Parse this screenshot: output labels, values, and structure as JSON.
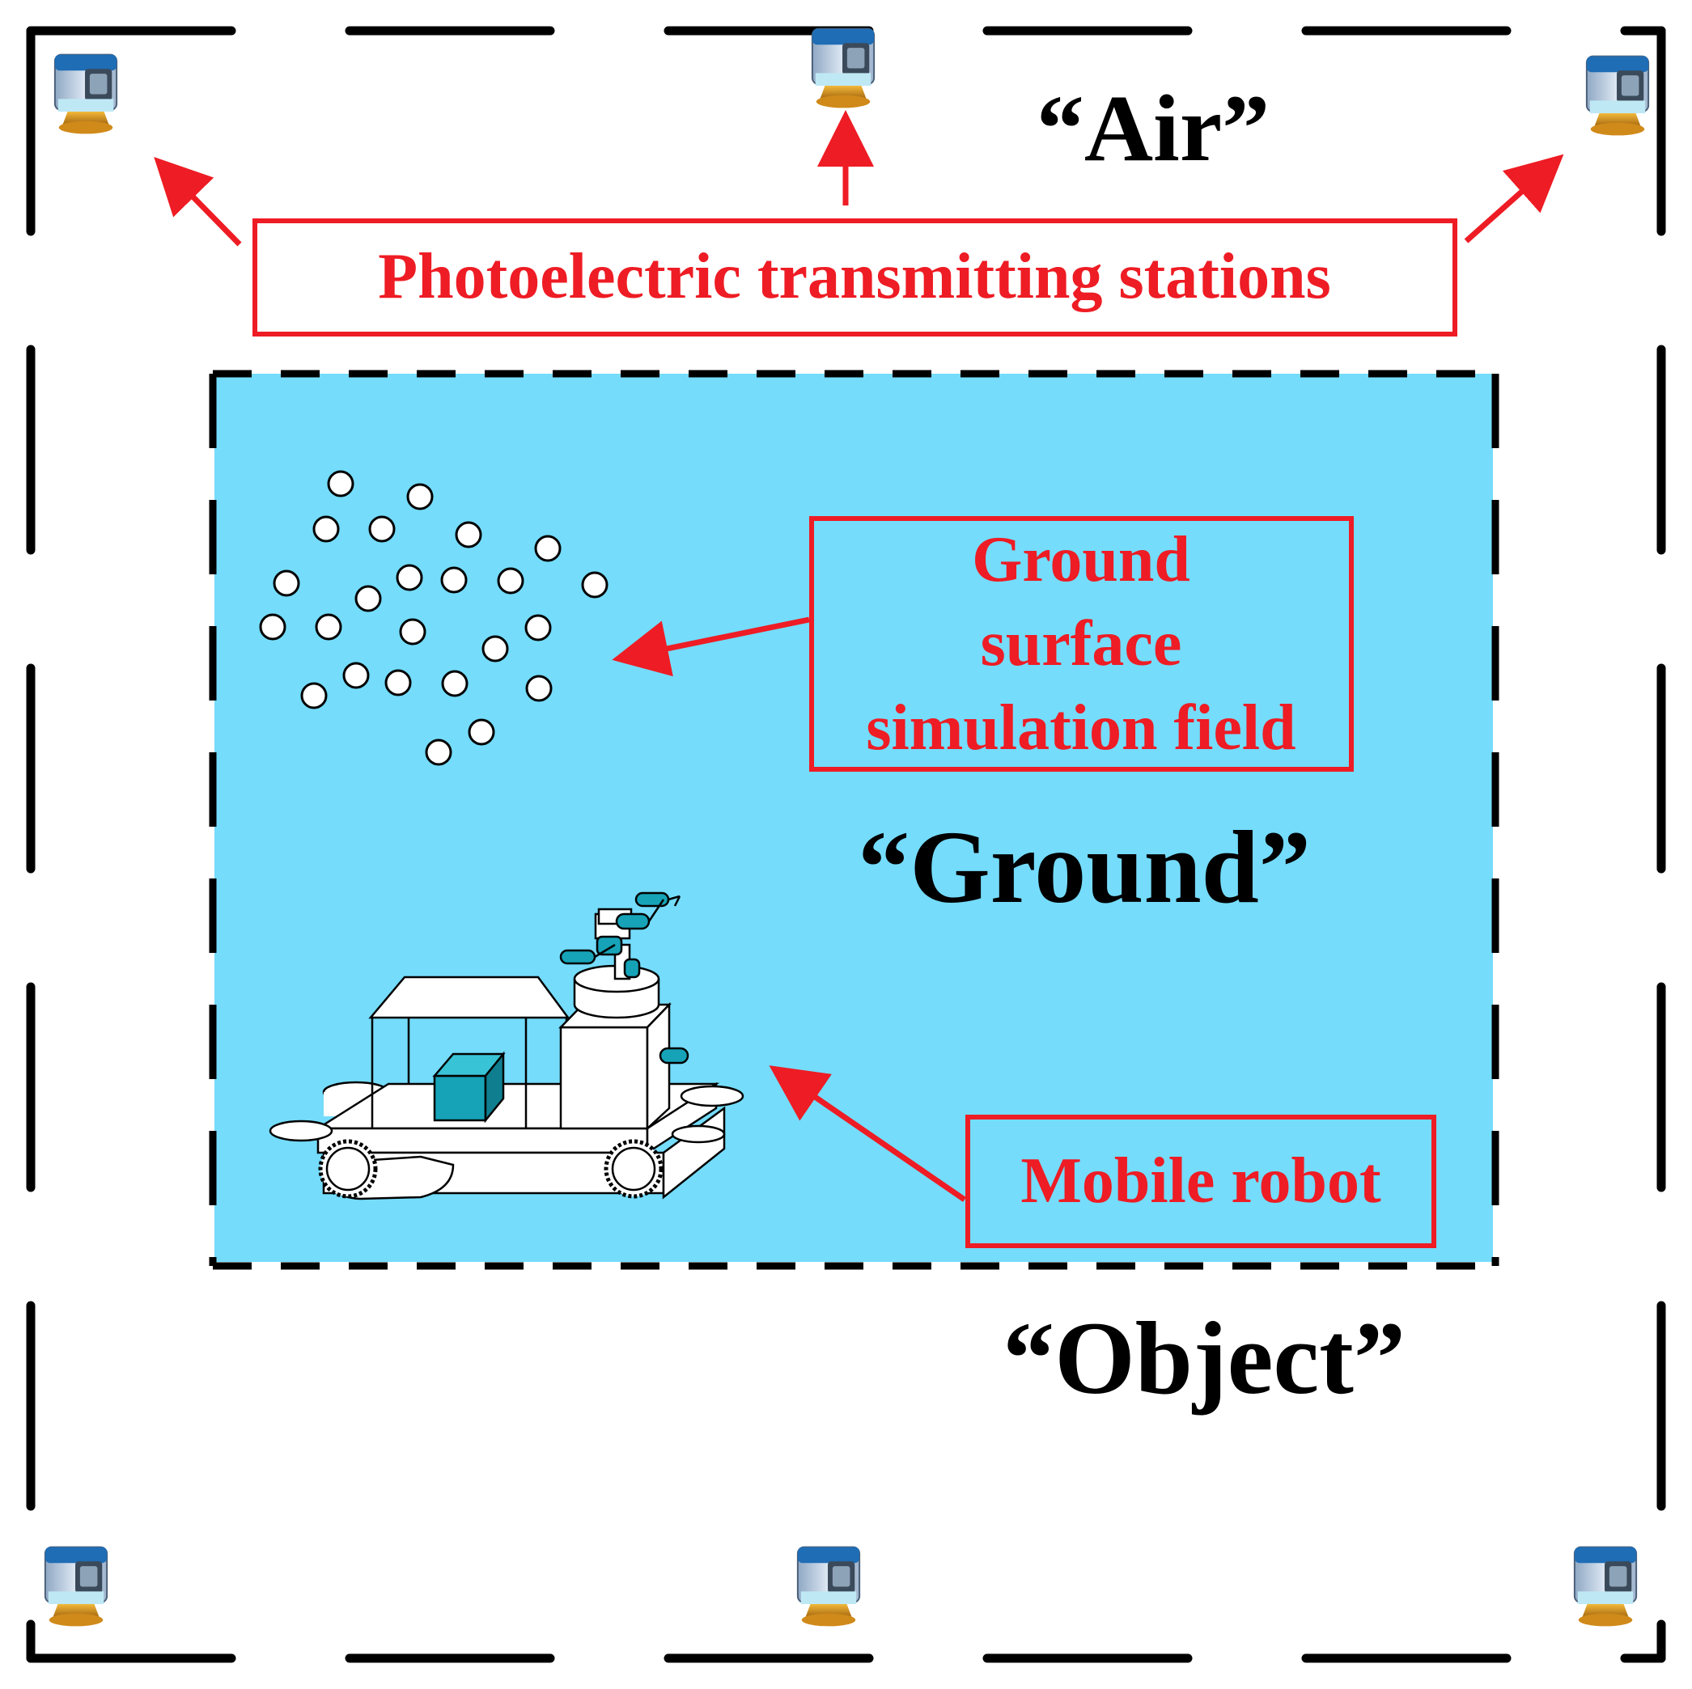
{
  "labels": {
    "air": "“Air”",
    "ground": "“Ground”",
    "object": "“Object”",
    "stations": "Photoelectric transmitting stations",
    "field_line1": "Ground",
    "field_line2": "surface",
    "field_line3": "simulation field",
    "robot": "Mobile robot"
  },
  "colors": {
    "annotation": "#ee1c24",
    "field_fill": "#75dcfb",
    "dash": "#000000",
    "marker_fill": "#ffffff",
    "robot_accent": "#16a3b8"
  },
  "icons": {
    "station": "photoelectric-station-icon",
    "robot": "mobile-robot-icon",
    "marker": "target-marker-icon"
  }
}
